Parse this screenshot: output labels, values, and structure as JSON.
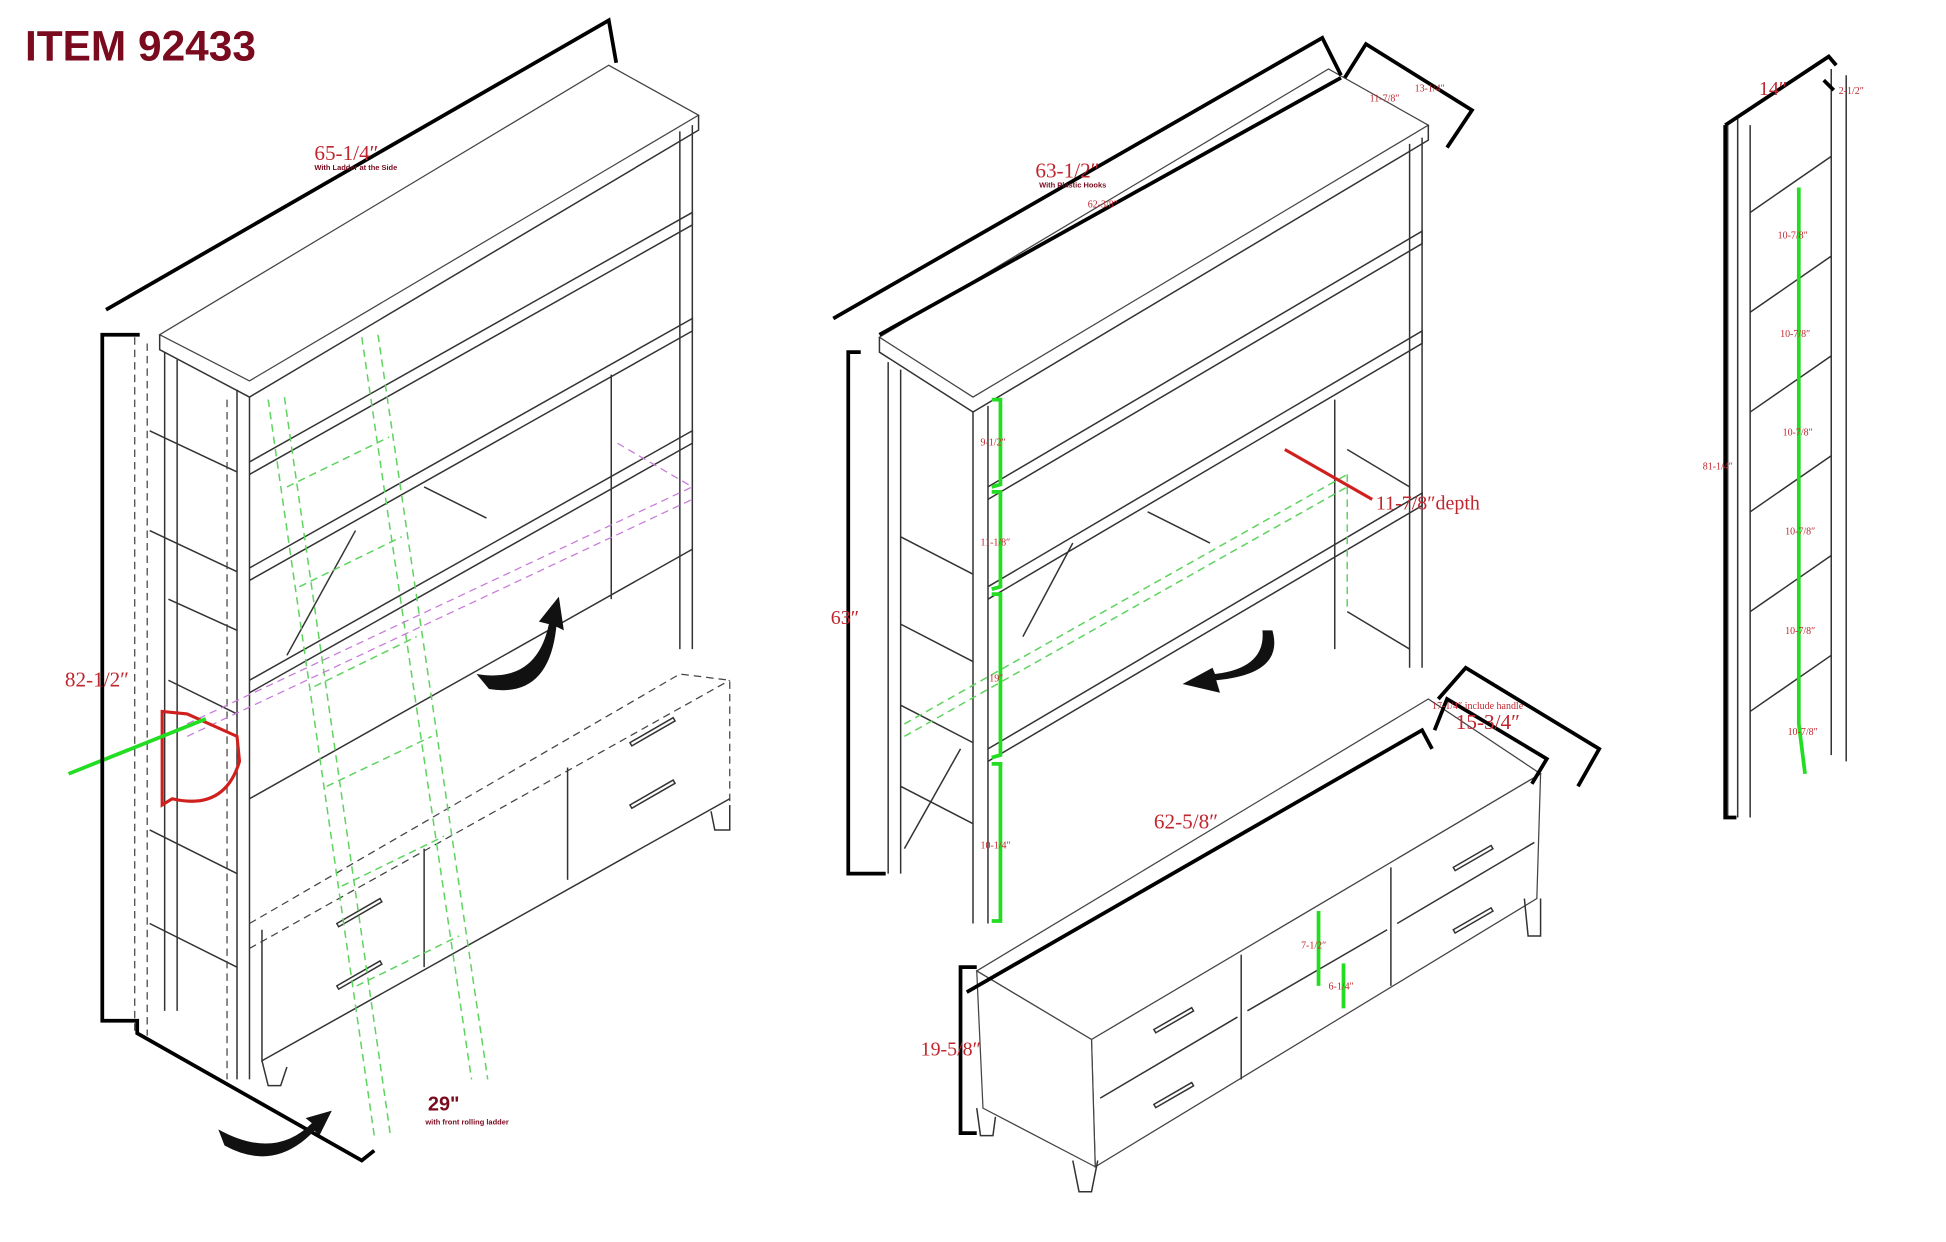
{
  "title": "ITEM 92433",
  "colors": {
    "title": "#7a0a1e",
    "dimension_text": "#c0262e",
    "dimension_line": "#000000",
    "guide_line": "#22dd22",
    "arrow": "#111111"
  },
  "left_view": {
    "width_label": "65-1/4″",
    "width_note": "With Ladder at the Side",
    "height_label": "82-1/2″",
    "depth_label": "29\"",
    "depth_note": "with front rolling ladder"
  },
  "hutch_view": {
    "width_label": "63-1/2″",
    "width_note": "With Plastic Hooks",
    "inner_width_label": "62-3/8″",
    "depth_label_1": "11-7/8″",
    "depth_label_2": "13-1/4″",
    "height_label": "63″",
    "shelf_gaps": [
      "9-1/2″",
      "11-1/8″",
      "19″",
      "10-1/4″"
    ],
    "shelf_depth_label": "11-7/8″depth"
  },
  "tv_stand_view": {
    "width_label": "62-5/8″",
    "depth_label": "15-3/4″",
    "depth_with_handle_label": "17-1/4″ include handle",
    "height_label": "19-5/8″",
    "upper_opening_label": "7-1/2″",
    "lower_opening_label": "6-1/4″"
  },
  "ladder_view": {
    "width_label": "14″",
    "hook_label": "2-1/2″",
    "height_label": "81-1/4″",
    "rung_gaps": [
      "10-7/8″",
      "10-7/8″",
      "10-7/8″",
      "10-7/8″",
      "10-7/8″",
      "10-7/8″"
    ]
  }
}
